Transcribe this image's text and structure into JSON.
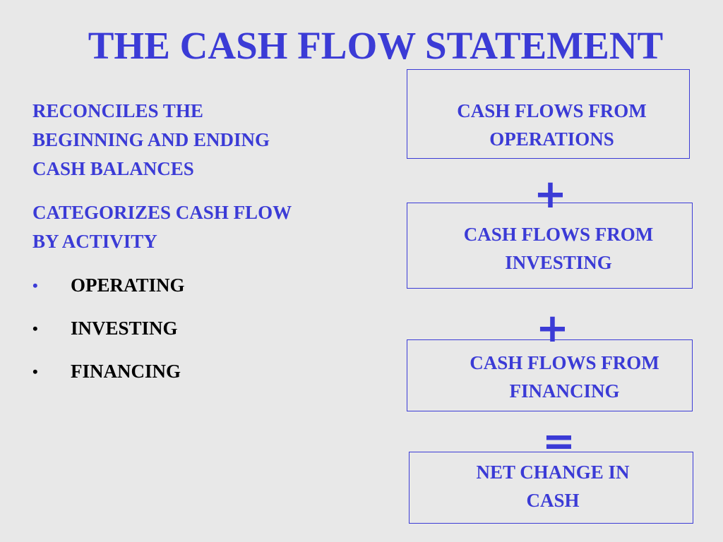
{
  "slide": {
    "title": "THE CASH FLOW STATEMENT",
    "left": {
      "paragraph1": "RECONCILES THE\nBEGINNING AND ENDING\nCASH BALANCES",
      "paragraph2": "CATEGORIZES CASH FLOW\nBY ACTIVITY",
      "bullets": [
        {
          "marker": "•",
          "label": "OPERATING"
        },
        {
          "marker": "•",
          "label": "INVESTING"
        },
        {
          "marker": "•",
          "label": "FINANCING"
        }
      ]
    },
    "right": {
      "boxes": [
        {
          "label": "CASH FLOWS FROM\nOPERATIONS"
        },
        {
          "label": "CASH FLOWS FROM\nINVESTING"
        },
        {
          "label": "CASH FLOWS FROM\nFINANCING"
        },
        {
          "label": "NET CHANGE IN\nCASH"
        }
      ],
      "operators": [
        "+",
        "+",
        "="
      ]
    }
  },
  "colors": {
    "text_blue": "#3b3bd6",
    "background": "#e8e8e8",
    "bullet_text": "#000000"
  }
}
